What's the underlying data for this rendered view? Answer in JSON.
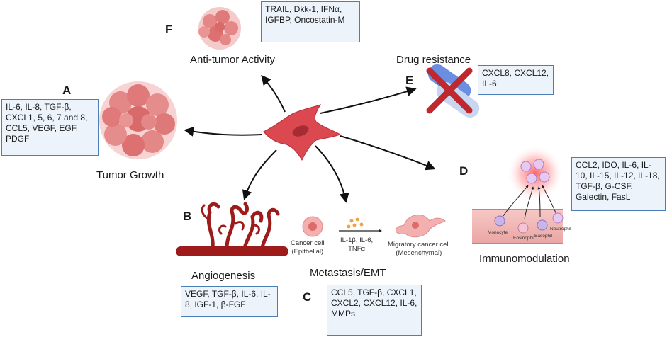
{
  "panels": {
    "A": {
      "letter": "A",
      "title": "Tumor Growth",
      "factors": "IL-6, IL-8, TGF-β, CXCL1, 5, 6, 7 and 8, CCL5, VEGF, EGF, PDGF"
    },
    "B": {
      "letter": "B",
      "title": "Angiogenesis",
      "factors": "VEGF, TGF-β, IL-6, IL-8, IGF-1, β-FGF"
    },
    "C": {
      "letter": "C",
      "title": "Metastasis/EMT",
      "factors": "CCL5, TGF-β, CXCL1, CXCL2, CXCL12, IL-6, MMPs",
      "cancer_cell_line1": "Cancer cell",
      "cancer_cell_line2": "(Epithelial)",
      "cytokines_line1": "IL-1β, IL-6,",
      "cytokines_line2": "TNFα",
      "migratory_line1": "Migratory cancer cell",
      "migratory_line2": "(Mesenchymal)"
    },
    "D": {
      "letter": "D",
      "title": "Immunomodulation",
      "factors": "CCL2, IDO, IL-6, IL-10, IL-15, IL-12, IL-18, TGF-β, G-CSF, Galectin, FasL",
      "cells": [
        "Monocyte",
        "Eosinophil",
        "Basophil",
        "Neutrophil"
      ]
    },
    "E": {
      "letter": "E",
      "title": "Drug resistance",
      "factors": "CXCL8, CXCL12, IL-6"
    },
    "F": {
      "letter": "F",
      "title": "Anti-tumor Activity",
      "factors": "TRAIL, Dkk-1, IFNα, IGFBP, Oncostatin-M"
    }
  },
  "colors": {
    "box_fill": "#edf3fa",
    "box_border": "#4a7fb7",
    "tumor": "#e07a7a",
    "fibroblast": "#d9454f",
    "vessel": "#9e1b1b",
    "cross": "#c0282d",
    "pill": "#5b7fd0"
  }
}
